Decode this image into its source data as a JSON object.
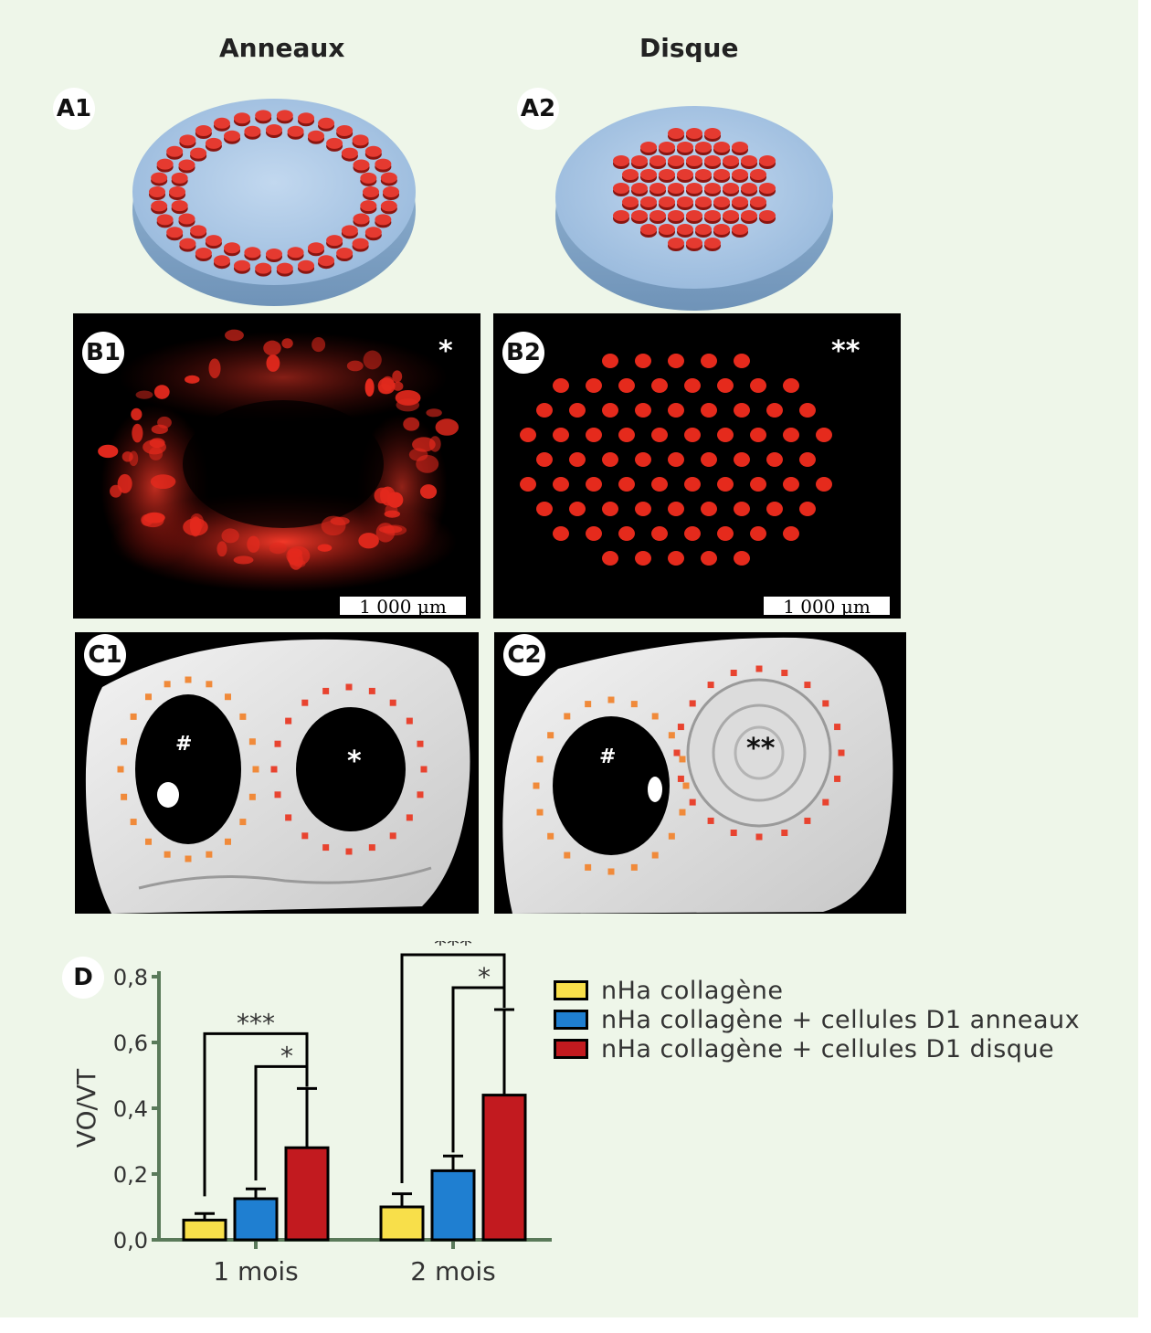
{
  "columns": {
    "left": "Anneaux",
    "right": "Disque"
  },
  "panels": {
    "a1": "A1",
    "a2": "A2",
    "b1": "B1",
    "b2": "B2",
    "c1": "C1",
    "c2": "C2",
    "d": "D"
  },
  "marks": {
    "b1_star": "*",
    "b2_star": "**",
    "c1_hash": "#",
    "c1_star": "*",
    "c2_hash": "#",
    "c2_star": "**"
  },
  "scalebar": "1 000 µm",
  "colors": {
    "background": "#eef6e9",
    "axis": "#5a7a5a",
    "yellow": "#f8df4a",
    "blue": "#1f7fd1",
    "red": "#c21a1f",
    "disc": "#a7c5e5",
    "cell": "#e53a30"
  },
  "chart_data": {
    "type": "bar",
    "categories": [
      "1 mois",
      "2 mois"
    ],
    "ylabel": "VO/VT",
    "ylim": [
      0,
      0.8
    ],
    "yticks": [
      "0,0",
      "0,2",
      "0,4",
      "0,6",
      "0,8"
    ],
    "series": [
      {
        "name": "nHa collagène",
        "color": "#f8df4a",
        "values": [
          0.06,
          0.1
        ],
        "errors": [
          0.02,
          0.04
        ]
      },
      {
        "name": "nHa collagène + cellules D1 anneaux",
        "color": "#1f7fd1",
        "values": [
          0.125,
          0.21
        ],
        "errors": [
          0.03,
          0.045
        ]
      },
      {
        "name": "nHa collagène + cellules D1 disque",
        "color": "#c21a1f",
        "values": [
          0.28,
          0.44
        ],
        "errors": [
          0.18,
          0.26
        ]
      }
    ],
    "significance": [
      {
        "label": "***",
        "category": 0,
        "from": 0,
        "to": 2
      },
      {
        "label": "*",
        "category": 0,
        "from": 1,
        "to": 2
      },
      {
        "label": "***",
        "category": 1,
        "from": 0,
        "to": 2
      },
      {
        "label": "*",
        "category": 1,
        "from": 1,
        "to": 2
      }
    ],
    "legend": "right"
  }
}
